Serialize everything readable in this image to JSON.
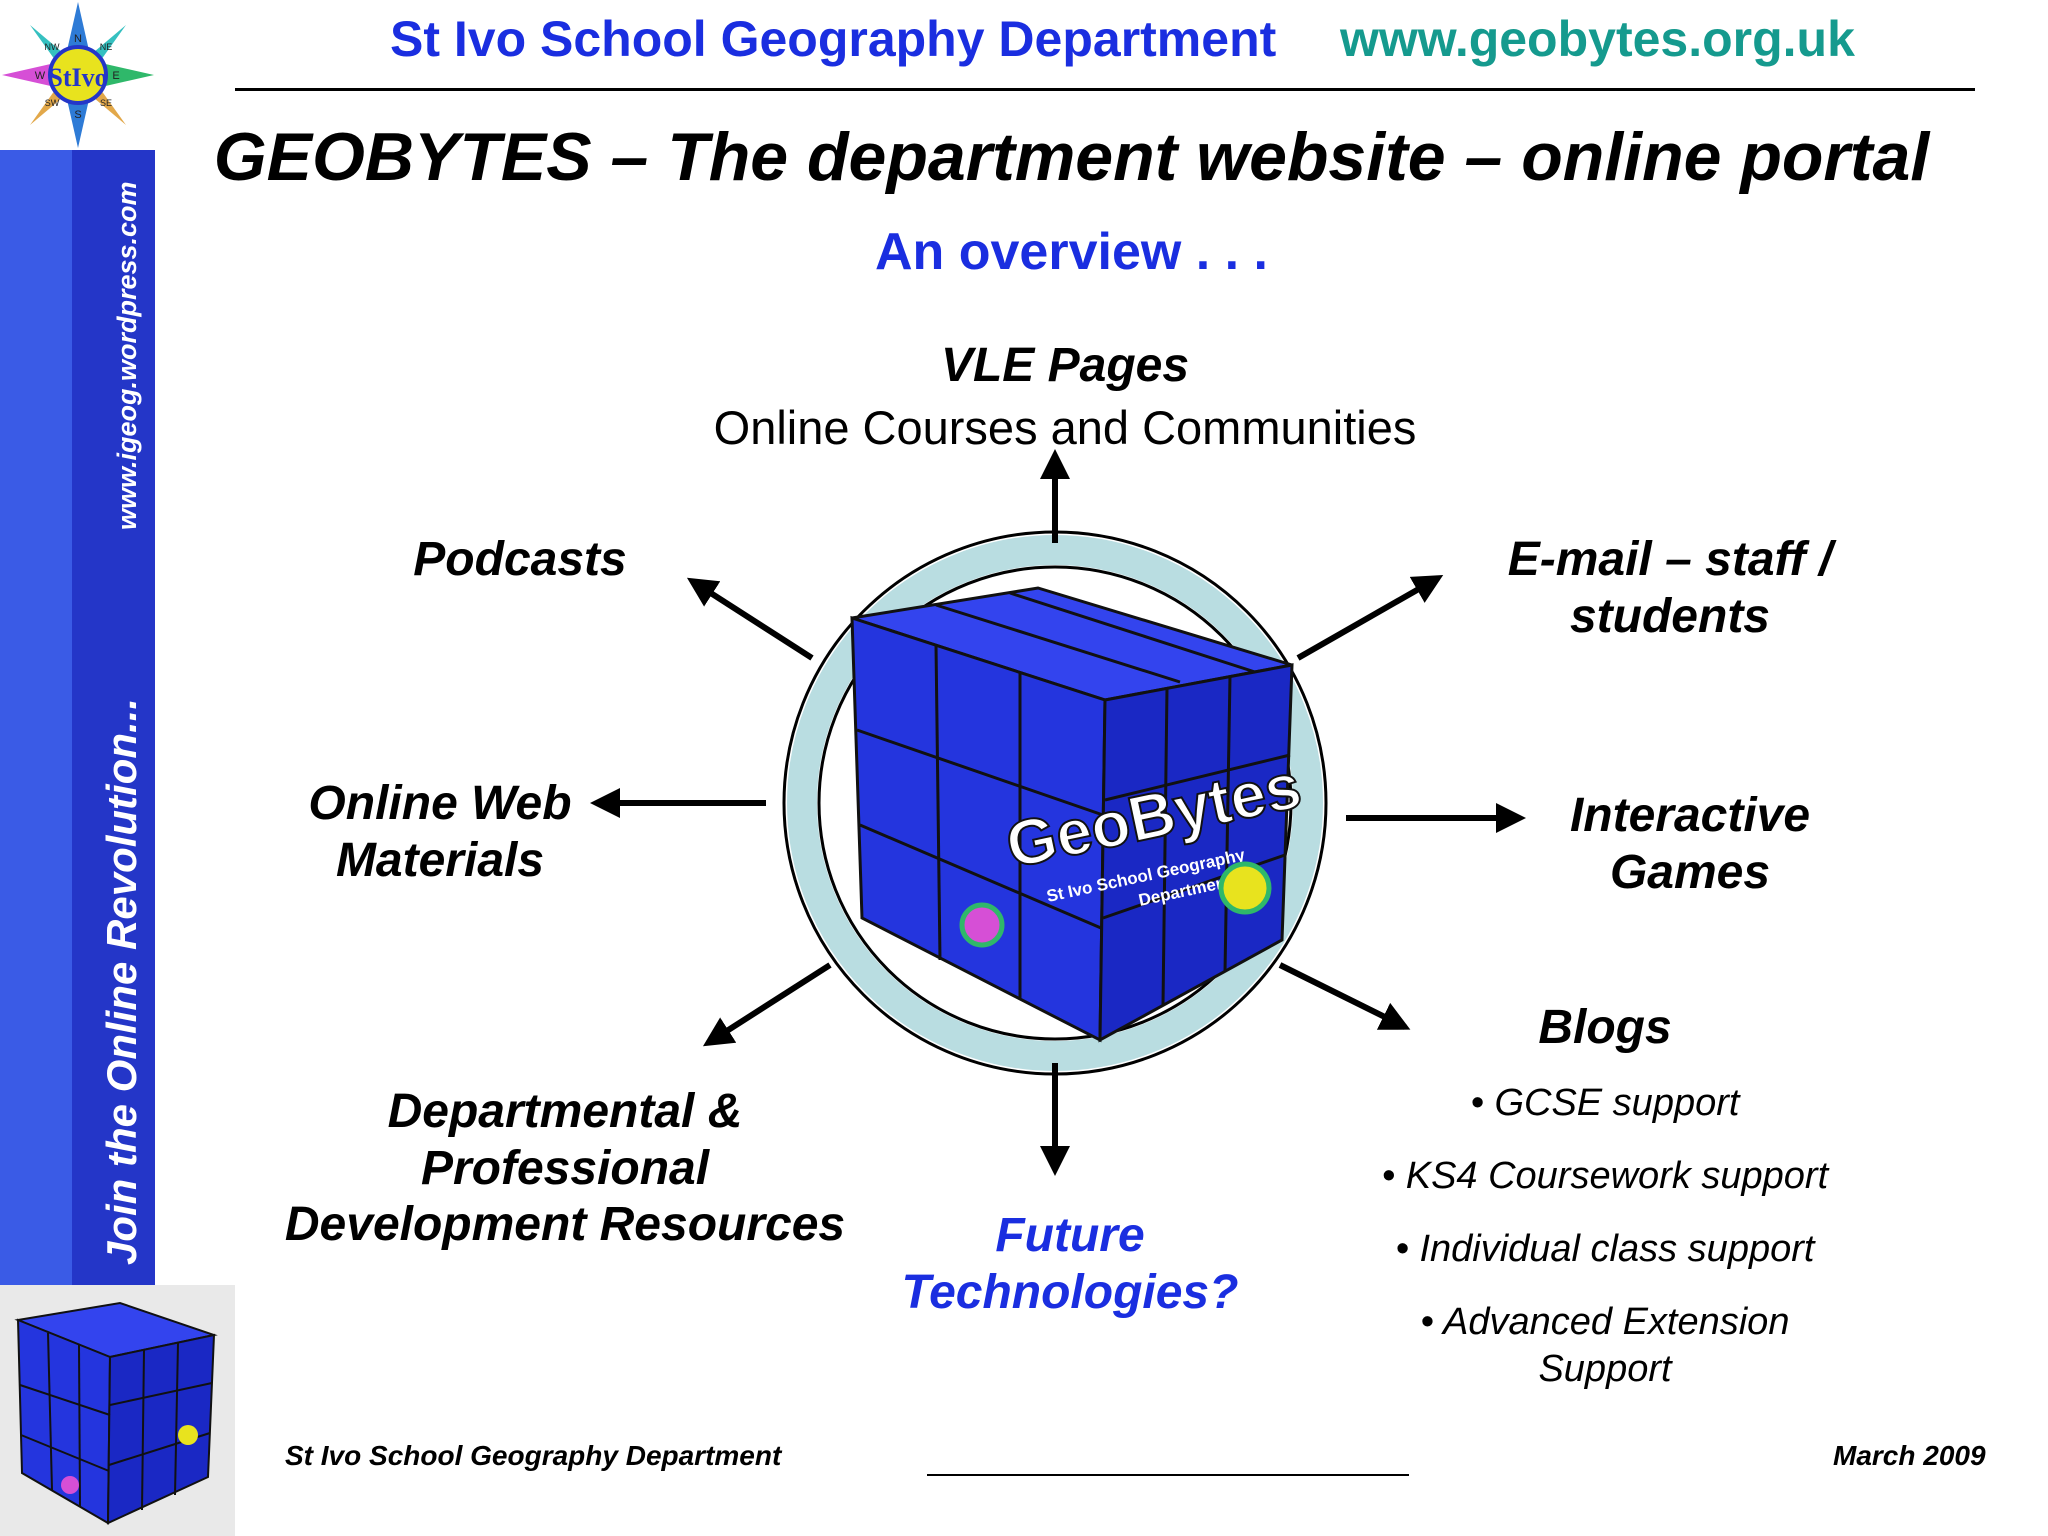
{
  "header": {
    "title": "St Ivo School Geography Department",
    "url": "www.geobytes.org.uk"
  },
  "sidebar": {
    "tagline": "Join the Online Revolution...",
    "url": "www.igeog.wordpress.com"
  },
  "logo": {
    "compass_n": "N",
    "compass_s": "S",
    "compass_e": "E",
    "compass_w": "W",
    "compass_ne": "NE",
    "compass_nw": "NW",
    "compass_se": "SE",
    "compass_sw": "SW",
    "emblem": "StIvo"
  },
  "main": {
    "title": "GEOBYTES – The department website – online portal",
    "subtitle": "An overview . . ."
  },
  "diagram": {
    "center_cube": {
      "brand": "GeoBytes",
      "sub1": "St Ivo School Geography",
      "sub2": "Department"
    },
    "vle": {
      "title": "VLE Pages",
      "sub": "Online Courses and Communities"
    },
    "podcasts": "Podcasts",
    "email": {
      "line1": "E-mail – staff /",
      "line2": "students"
    },
    "web": {
      "line1": "Online Web",
      "line2": "Materials"
    },
    "games": {
      "line1": "Interactive",
      "line2": "Games"
    },
    "cpd": {
      "line1": "Departmental &",
      "line2": "Professional",
      "line3": "Development Resources"
    },
    "future": {
      "line1": "Future",
      "line2": "Technologies?"
    },
    "blogs": {
      "title": "Blogs",
      "items": [
        "GCSE support",
        "KS4 Coursework support",
        "Individual class support",
        "Advanced Extension"
      ],
      "item_cont": "Support"
    }
  },
  "footer": {
    "left": "St Ivo School Geography Department",
    "right": "March 2009"
  },
  "colors": {
    "blue_text": "#1a2ee0",
    "teal_text": "#159a8e",
    "sidebar": "#3a5be6",
    "ring": "#b9dde1",
    "cube": "#1f2fe0"
  }
}
